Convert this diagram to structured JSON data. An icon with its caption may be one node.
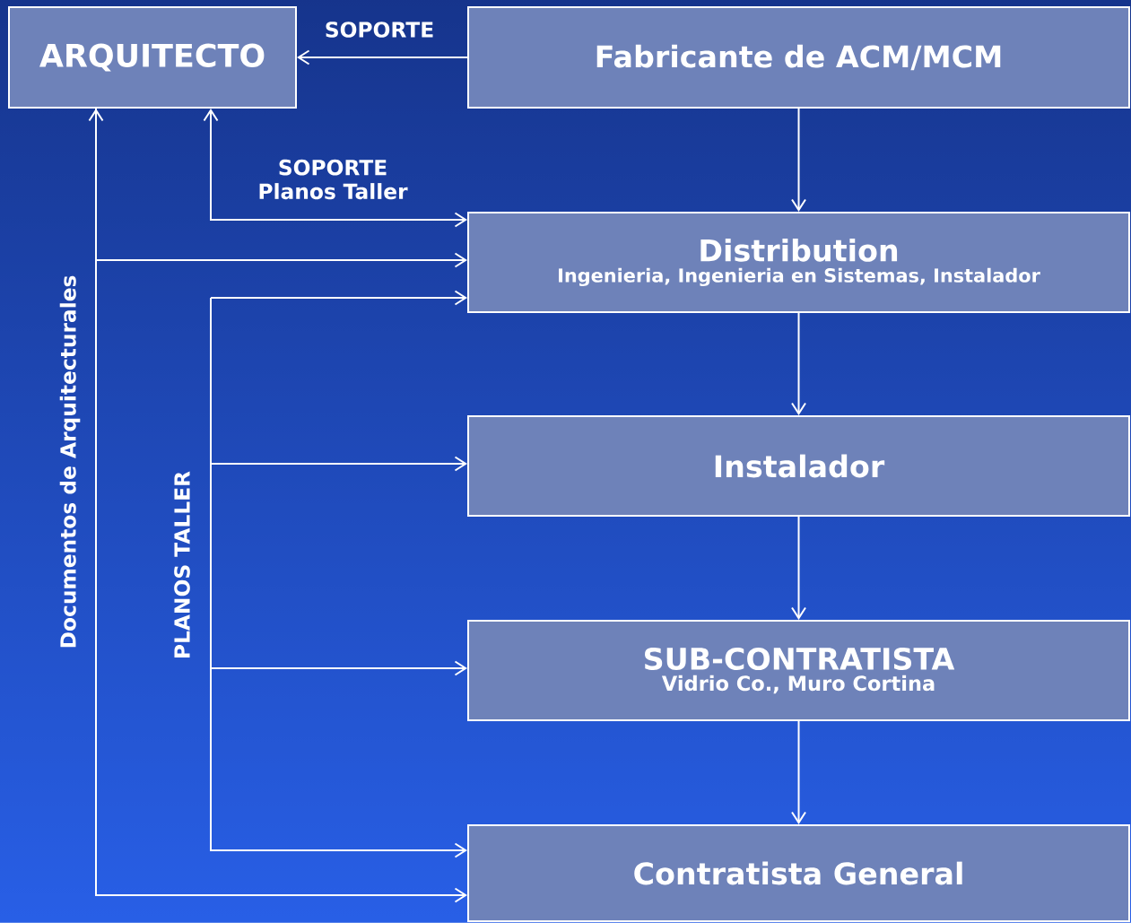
{
  "diagram": {
    "nodes": [
      {
        "text": [
          "ARQUITECTO"
        ]
      },
      {
        "text": [
          "Fabricante de ACM/MCM"
        ]
      },
      {
        "text": [
          "Distribution",
          "Ingenieria, Ingenieria en Sistemas, Instalador"
        ]
      },
      {
        "text": [
          "Instalador"
        ]
      },
      {
        "text": [
          "SUB-CONTRATISTA",
          "Vidrio Co., Muro Cortina"
        ]
      },
      {
        "text": [
          "Contratista General"
        ]
      }
    ],
    "edges": [
      {
        "from": 1,
        "to": 0,
        "arrow": "to",
        "label": "SOPORTE"
      },
      {
        "from": 1,
        "to": 2,
        "arrow": "to"
      },
      {
        "from": 2,
        "to": 3,
        "arrow": "to"
      },
      {
        "from": 3,
        "to": 4,
        "arrow": "to"
      },
      {
        "from": 4,
        "to": 5,
        "arrow": "to"
      },
      {
        "from": 0,
        "to": 2,
        "arrow": "both",
        "label": "SOPORTE Planos Taller"
      },
      {
        "from": 0,
        "to": 2,
        "arrow": "to"
      },
      {
        "from": 0,
        "to": 5,
        "arrow": "both",
        "label": "Documentos de Arquitecturales"
      },
      {
        "from": null,
        "to": 2,
        "arrow": "to"
      },
      {
        "from": null,
        "to": 3,
        "arrow": "to"
      },
      {
        "from": null,
        "to": 4,
        "arrow": "to"
      },
      {
        "from": null,
        "to": 5,
        "arrow": "to",
        "label": "PLANOS TALLER"
      }
    ]
  }
}
